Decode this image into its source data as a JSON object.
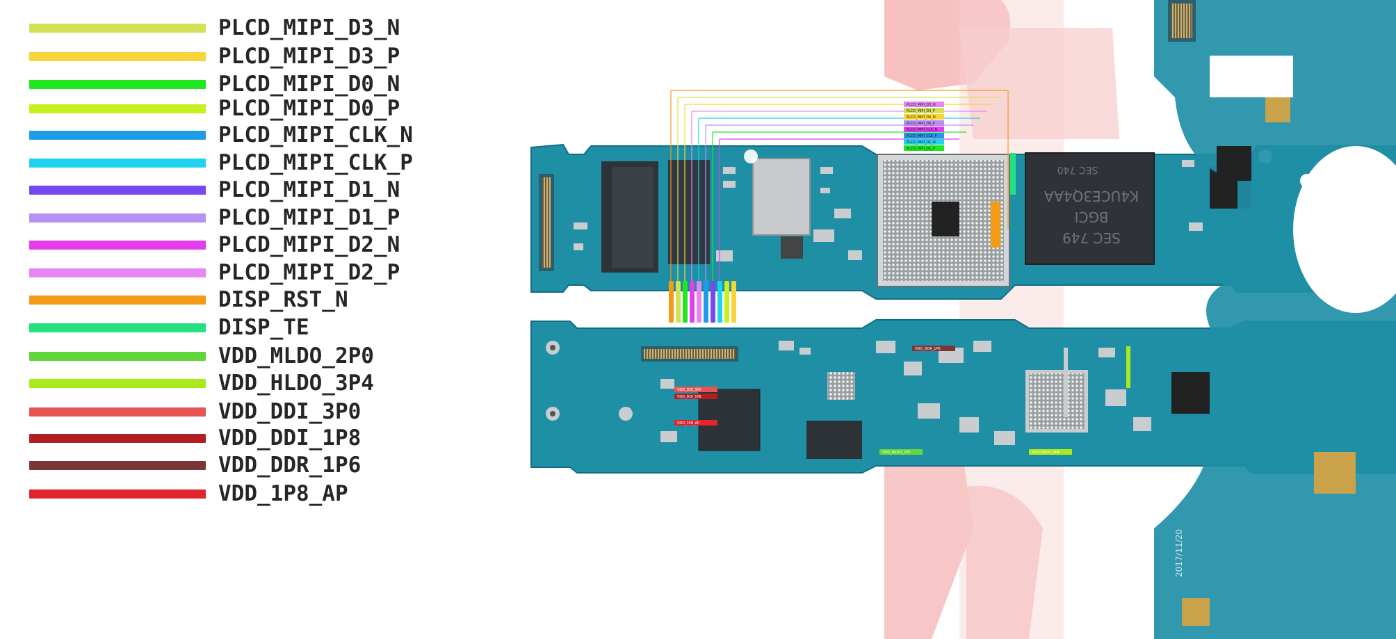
{
  "legend": {
    "items": [
      {
        "label": "PLCD_MIPI_D3_N",
        "color": "#d4e157"
      },
      {
        "label": "PLCD_MIPI_D3_P",
        "color": "#f7d43a"
      },
      {
        "label": "PLCD_MIPI_D0_N",
        "color": "#1fe81f"
      },
      {
        "label": "PLCD_MIPI_D0_P",
        "color": "#c6f01f"
      },
      {
        "label": "PLCD_MIPI_CLK_N",
        "color": "#1f9be8"
      },
      {
        "label": "PLCD_MIPI_CLK_P",
        "color": "#1fd2ee"
      },
      {
        "label": "PLCD_MIPI_D1_N",
        "color": "#7648ef"
      },
      {
        "label": "PLCD_MIPI_D1_P",
        "color": "#b491f2"
      },
      {
        "label": "PLCD_MIPI_D2_N",
        "color": "#e23ef0"
      },
      {
        "label": "PLCD_MIPI_D2_P",
        "color": "#e686f2"
      },
      {
        "label": "DISP_RST_N",
        "color": "#f59a14"
      },
      {
        "label": "DISP_TE",
        "color": "#24e07f"
      },
      {
        "label": "VDD_MLDO_2P0",
        "color": "#62d63a"
      },
      {
        "label": "VDD_HLDO_3P4",
        "color": "#a8ea1a"
      },
      {
        "label": "VDD_DDI_3P0",
        "color": "#e85454"
      },
      {
        "label": "VDD_DDI_1P8",
        "color": "#b21e24"
      },
      {
        "label": "VDD_DDR_1P6",
        "color": "#7d3636"
      },
      {
        "label": "VDD_1P8_AP",
        "color": "#e2242c"
      }
    ]
  },
  "board": {
    "pcb_color": "#1c8ba3",
    "chip_labels": {
      "memory_marking_1": "K4UCE3Q4AA",
      "memory_marking_2": "BGCI",
      "memory_marking_3": "SEC 749",
      "memory_marking_top": "SEC 740"
    },
    "silkscreen_text": "2017/11/20",
    "upper_tags": [
      "PLCD_MIPI_D3_N",
      "PLCD_MIPI_D3_P",
      "PLCD_MIPI_D0_N",
      "PLCD_MIPI_D0_P",
      "PLCD_MIPI_CLK_N",
      "PLCD_MIPI_CLK_P",
      "PLCD_MIPI_D1_N",
      "PLCD_MIPI_D1_P"
    ],
    "lower_tags": [
      "VDD_DDI_3P0",
      "VDD_DDI_1P8",
      "VDD_1P8_AP",
      "VDD_MLDO_2P0",
      "VDD_HLDO_3P4",
      "VDD_DDR_1P6"
    ]
  }
}
